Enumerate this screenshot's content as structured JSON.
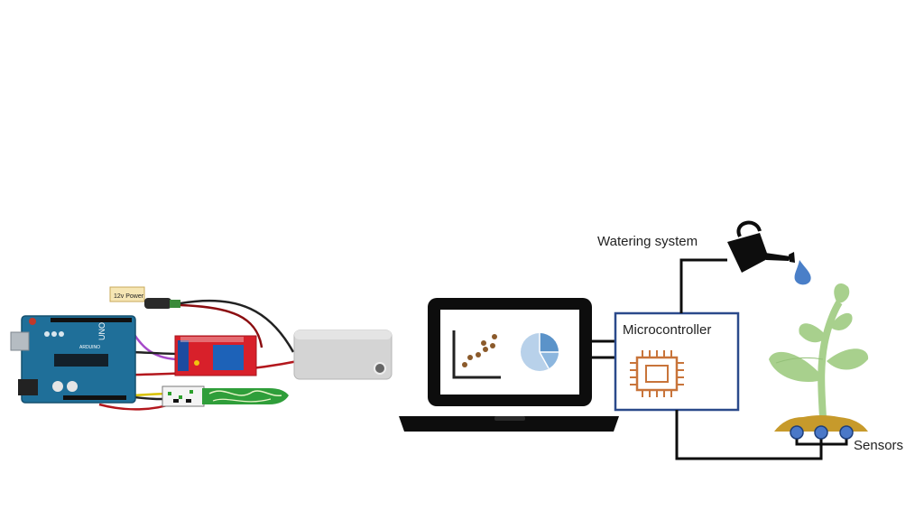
{
  "labels": {
    "power": "12v Power",
    "uno": "UNO",
    "arduino": "ARDUINO",
    "watering_system": "Watering system",
    "microcontroller": "Microcontroller",
    "sensors": "Sensors"
  },
  "icons": [
    "arduino-board",
    "power-jack",
    "relay-module",
    "soil-moisture-sensor",
    "water-pump",
    "laptop",
    "scatter-plot-icon",
    "pie-chart-icon",
    "chip-icon",
    "watering-can-icon",
    "water-drop-icon",
    "plant-icon",
    "sensor-nodes"
  ],
  "colors": {
    "arduino_blue": "#1f6f99",
    "relay_red": "#d8202a",
    "soil_sensor_green": "#2f9e3a",
    "laptop_black": "#0d0d0d",
    "micro_box_border": "#2b4a8b",
    "chip_orange": "#c8743a",
    "chart_blue": "#5b93c9",
    "plant_green": "#a8d08d",
    "soil_gold": "#c79a2b",
    "sensor_blue": "#4a78c8",
    "wire": "#111111"
  }
}
